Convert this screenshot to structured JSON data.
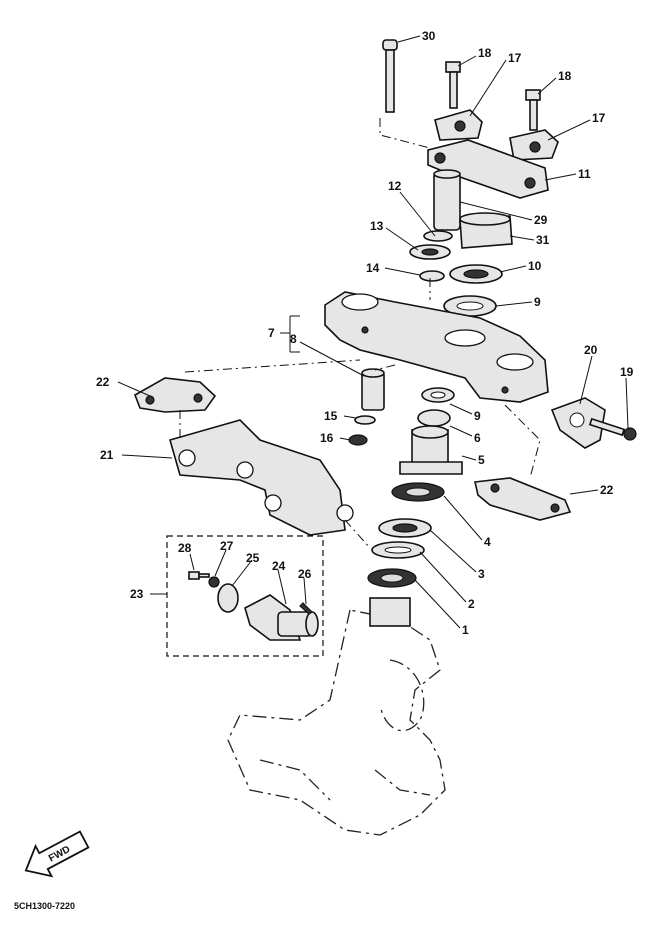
{
  "callouts": [
    {
      "id": "c30",
      "label": "30"
    },
    {
      "id": "c18a",
      "label": "18"
    },
    {
      "id": "c18b",
      "label": "18"
    },
    {
      "id": "c17a",
      "label": "17"
    },
    {
      "id": "c17b",
      "label": "17"
    },
    {
      "id": "c11",
      "label": "11"
    },
    {
      "id": "c12",
      "label": "12"
    },
    {
      "id": "c29",
      "label": "29"
    },
    {
      "id": "c13",
      "label": "13"
    },
    {
      "id": "c31",
      "label": "31"
    },
    {
      "id": "c14",
      "label": "14"
    },
    {
      "id": "c10",
      "label": "10"
    },
    {
      "id": "c9a",
      "label": "9"
    },
    {
      "id": "c7",
      "label": "7"
    },
    {
      "id": "c8",
      "label": "8"
    },
    {
      "id": "c20",
      "label": "20"
    },
    {
      "id": "c19",
      "label": "19"
    },
    {
      "id": "c22a",
      "label": "22"
    },
    {
      "id": "c15",
      "label": "15"
    },
    {
      "id": "c9b",
      "label": "9"
    },
    {
      "id": "c16",
      "label": "16"
    },
    {
      "id": "c6",
      "label": "6"
    },
    {
      "id": "c21",
      "label": "21"
    },
    {
      "id": "c5",
      "label": "5"
    },
    {
      "id": "c22b",
      "label": "22"
    },
    {
      "id": "c4",
      "label": "4"
    },
    {
      "id": "c28",
      "label": "28"
    },
    {
      "id": "c27",
      "label": "27"
    },
    {
      "id": "c25",
      "label": "25"
    },
    {
      "id": "c24",
      "label": "24"
    },
    {
      "id": "c26",
      "label": "26"
    },
    {
      "id": "c3",
      "label": "3"
    },
    {
      "id": "c23",
      "label": "23"
    },
    {
      "id": "c2",
      "label": "2"
    },
    {
      "id": "c1",
      "label": "1"
    }
  ],
  "fwd_label": "FWD",
  "diagram_code": "5CH1300-7220"
}
